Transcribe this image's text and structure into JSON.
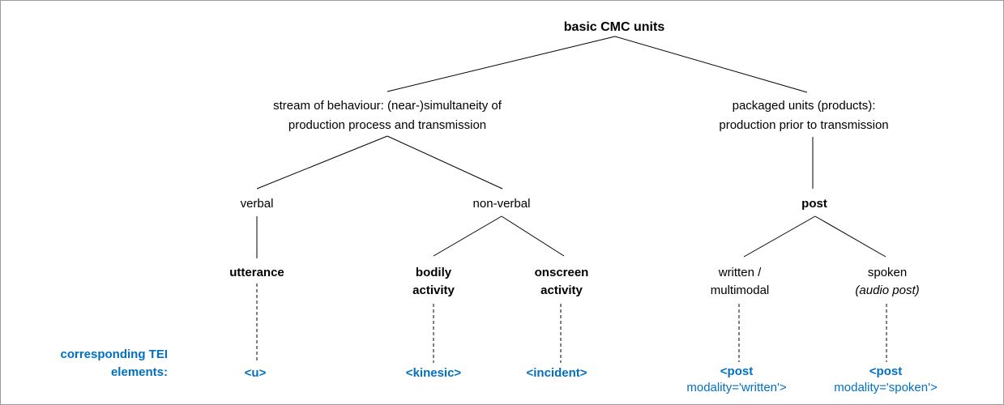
{
  "colors": {
    "tei_blue": "#0070C0",
    "line_black": "#000000",
    "border_gray": "#9b9b9b"
  },
  "tree": {
    "root": "basic CMC units",
    "stream": {
      "line1": "stream of behaviour: (near-)simultaneity of",
      "line2": "production process and transmission"
    },
    "packaged": {
      "line1": "packaged units (products):",
      "line2": "production prior to transmission"
    },
    "verbal": "verbal",
    "nonverbal": "non-verbal",
    "post": "post",
    "utterance": "utterance",
    "bodily": {
      "line1": "bodily",
      "line2": "activity"
    },
    "onscreen": {
      "line1": "onscreen",
      "line2": "activity"
    },
    "written": {
      "line1": "written /",
      "line2": "multimodal"
    },
    "spoken": {
      "line1": "spoken",
      "line2_italic": "(audio post)"
    }
  },
  "tei": {
    "caption_line1": "corresponding TEI",
    "caption_line2": "elements:",
    "u": "<u>",
    "kinesic": "<kinesic>",
    "incident": "<incident>",
    "post_written": {
      "line1": "<post",
      "line2": "modality='written'>"
    },
    "post_spoken": {
      "line1": "<post",
      "line2": "modality='spoken'>"
    }
  }
}
